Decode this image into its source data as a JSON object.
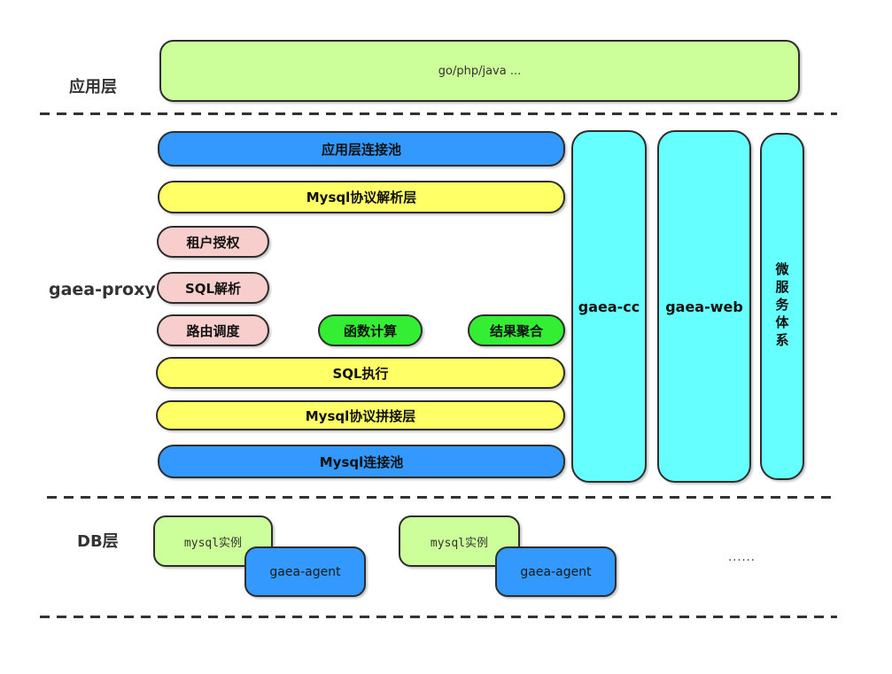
{
  "app_layer": {
    "label": "应用层",
    "app_box": "go/php/java ..."
  },
  "proxy_layer": {
    "label": "gaea-proxy",
    "app_conn_pool": "应用层连接池",
    "protocol_parse": "Mysql协议解析层",
    "tenant_auth": "租户授权",
    "sql_parse": "SQL解析",
    "route_dispatch": "路由调度",
    "func_compute": "函数计算",
    "result_aggregate": "结果聚合",
    "sql_execute": "SQL执行",
    "protocol_assemble": "Mysql协议拼接层",
    "mysql_conn_pool": "Mysql连接池",
    "gaea_cc": "gaea-cc",
    "gaea_web": "gaea-web",
    "microservice": "微服务体系"
  },
  "db_layer": {
    "label": "DB层",
    "mysql_instance_1": "mysql实例",
    "gaea_agent_1": "gaea-agent",
    "mysql_instance_2": "mysql实例",
    "gaea_agent_2": "gaea-agent",
    "ellipsis": "......"
  },
  "colors": {
    "light_green": "#ccff99",
    "blue": "#3399ff",
    "yellow": "#ffff66",
    "pink": "#f8cecc",
    "green": "#33ee33",
    "cyan": "#66ffff",
    "border": "#2d2d2d",
    "text_dark": "#1a1a1a",
    "label": "#333333"
  }
}
